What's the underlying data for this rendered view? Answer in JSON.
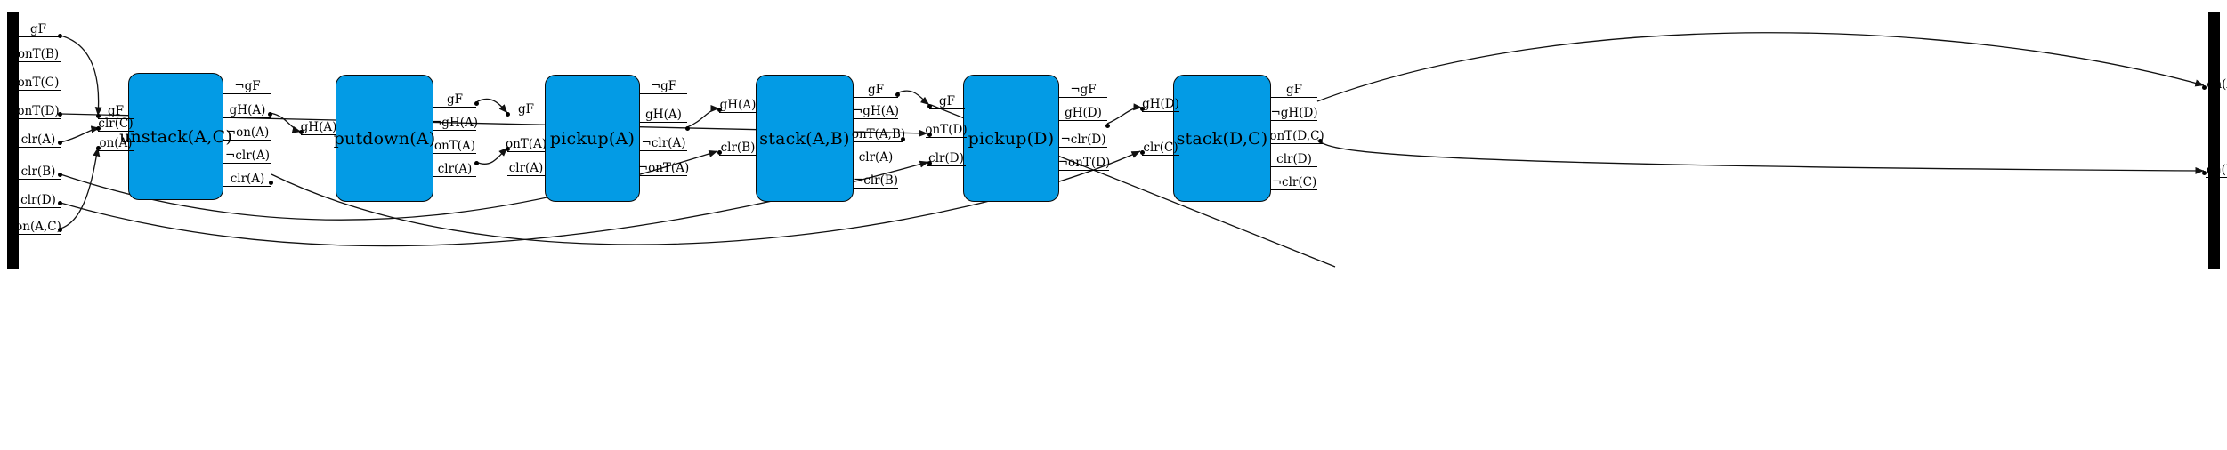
{
  "diagram": {
    "title": "blocksworld-plan-graph",
    "node_fill": "#039be5",
    "node_stroke": "#000000",
    "background": "#ffffff",
    "bar_color": "#000000"
  },
  "initial_state": {
    "name": "initial-state-bar",
    "facts": [
      "gF",
      "onT(B)",
      "onT(C)",
      "onT(D)",
      "clr(A)",
      "clr(B)",
      "clr(D)",
      "on(A,C)"
    ]
  },
  "goal_state": {
    "name": "goal-state-bar",
    "facts": [
      "on(A,B)",
      "on(D,C)"
    ]
  },
  "actions": [
    {
      "id": "unstack",
      "label": "unstack(A,C)",
      "inputs": [
        "gF",
        "clr(C)",
        "on(A)"
      ],
      "outputs": [
        "¬gF",
        "gH(A)",
        "¬on(A)",
        "¬clr(A)",
        "clr(A)"
      ]
    },
    {
      "id": "putdown",
      "label": "putdown(A)",
      "inputs": [
        "gH(A)"
      ],
      "outputs": [
        "gF",
        "¬gH(A)",
        "onT(A)",
        "clr(A)"
      ]
    },
    {
      "id": "pickup-a",
      "label": "pickup(A)",
      "inputs": [
        "gF",
        "onT(A)",
        "clr(A)"
      ],
      "outputs": [
        "¬gF",
        "gH(A)",
        "¬clr(A)",
        "¬onT(A)"
      ]
    },
    {
      "id": "stack-ab",
      "label": "stack(A,B)",
      "inputs": [
        "gH(A)",
        "clr(B)"
      ],
      "outputs": [
        "gF",
        "¬gH(A)",
        "onT(A,B)",
        "clr(A)",
        "¬clr(B)"
      ]
    },
    {
      "id": "pickup-d",
      "label": "pickup(D)",
      "inputs": [
        "gF",
        "onT(D)",
        "clr(D)"
      ],
      "outputs": [
        "¬gF",
        "gH(D)",
        "¬clr(D)",
        "¬onT(D)"
      ]
    },
    {
      "id": "stack-dc",
      "label": "stack(D,C)",
      "inputs": [
        "gH(D)",
        "clr(C)"
      ],
      "outputs": [
        "gF",
        "¬gH(D)",
        "onT(D,C)",
        "clr(D)",
        "¬clr(C)"
      ]
    }
  ]
}
